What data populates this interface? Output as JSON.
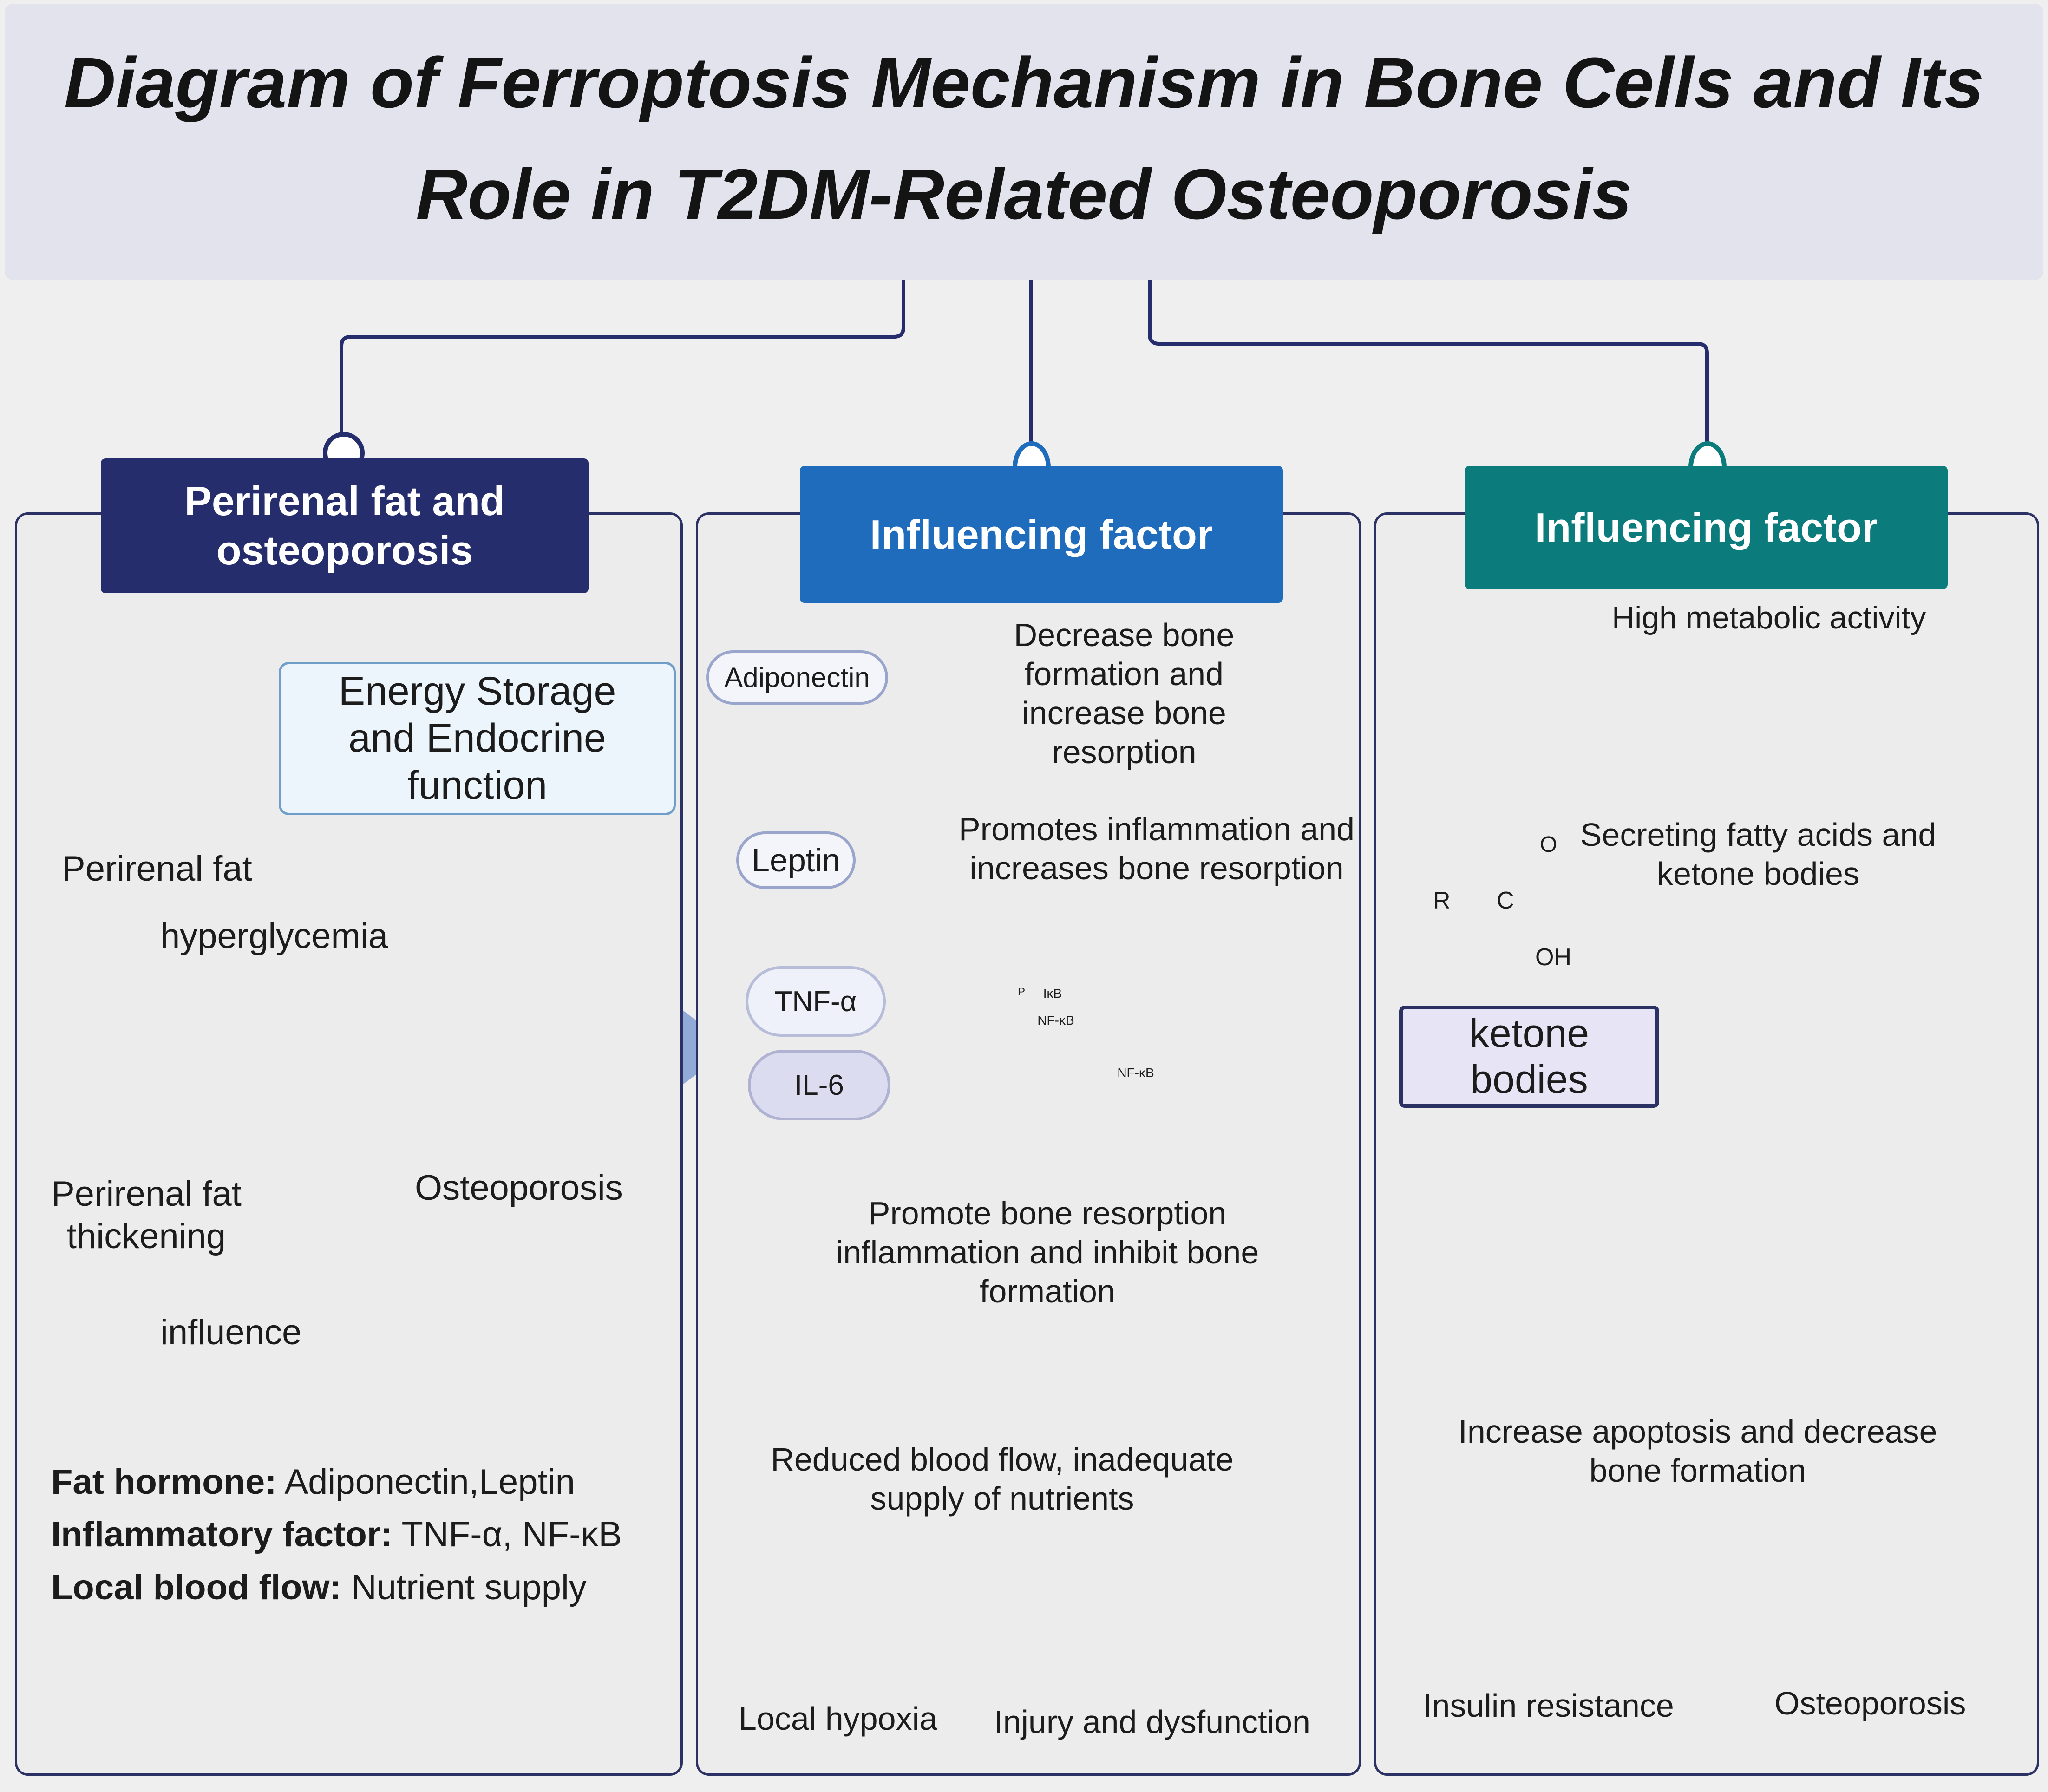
{
  "title": {
    "line1": "Diagram of Ferroptosis Mechanism in Bone Cells and Its",
    "line2": "Role in T2DM-Related Osteoporosis"
  },
  "colors": {
    "navy": "#262d6d",
    "blue": "#1f6cbd",
    "teal": "#0c7b7b",
    "arrow_purple": "#7b7bc0",
    "up_red": "#8f1d1d",
    "down_green": "#4a8a3c",
    "bone_beige": "#e8cfa6",
    "bone_brown": "#8c5d3b"
  },
  "left": {
    "header": "Perirenal fat and osteoporosis",
    "energy_box": "Energy Storage  and Endocrine function",
    "perirenal_fat": "Perirenal fat",
    "hyperglycemia": "hyperglycemia",
    "thickening": "Perirenal fat thickening",
    "osteoporosis": "Osteoporosis",
    "influence": "influence",
    "facts": [
      {
        "label": "Fat hormone:",
        "value": " Adiponectin,Leptin"
      },
      {
        "label": "Inflammatory factor:",
        "value": " TNF-α, NF-κB"
      },
      {
        "label": "Local blood flow:",
        "value": " Nutrient supply"
      }
    ]
  },
  "middle": {
    "header": "Influencing factor",
    "adiponectin": "Adiponectin",
    "adiponectin_effect": "Decrease bone formation and increase bone resorption",
    "leptin": "Leptin",
    "leptin_effect": "Promotes inflammation and increases bone resorption",
    "tnf": "TNF-α",
    "il6": "IL-6",
    "p_label": "P",
    "ikb_label": "IκB",
    "nfkb_label": "NF-κB",
    "nfkb_label2": "NF-κB",
    "cytokine_effect": "Promote bone resorption inflammation and inhibit bone formation",
    "blood_flow": "Reduced blood flow, inadequate supply of nutrients",
    "hypoxia": "Local hypoxia",
    "injury": "Injury and dysfunction"
  },
  "right": {
    "header": "Influencing factor",
    "metabolic": "High metabolic activity",
    "fatty_acids": "Secreting fatty acids and ketone bodies",
    "chem_r": "R",
    "chem_c": "C",
    "chem_o": "O",
    "chem_oh": "OH",
    "ketone": "ketone bodies",
    "apoptosis": "Increase apoptosis and decrease bone formation",
    "insulin": "Insulin resistance",
    "osteoporosis": "Osteoporosis"
  }
}
